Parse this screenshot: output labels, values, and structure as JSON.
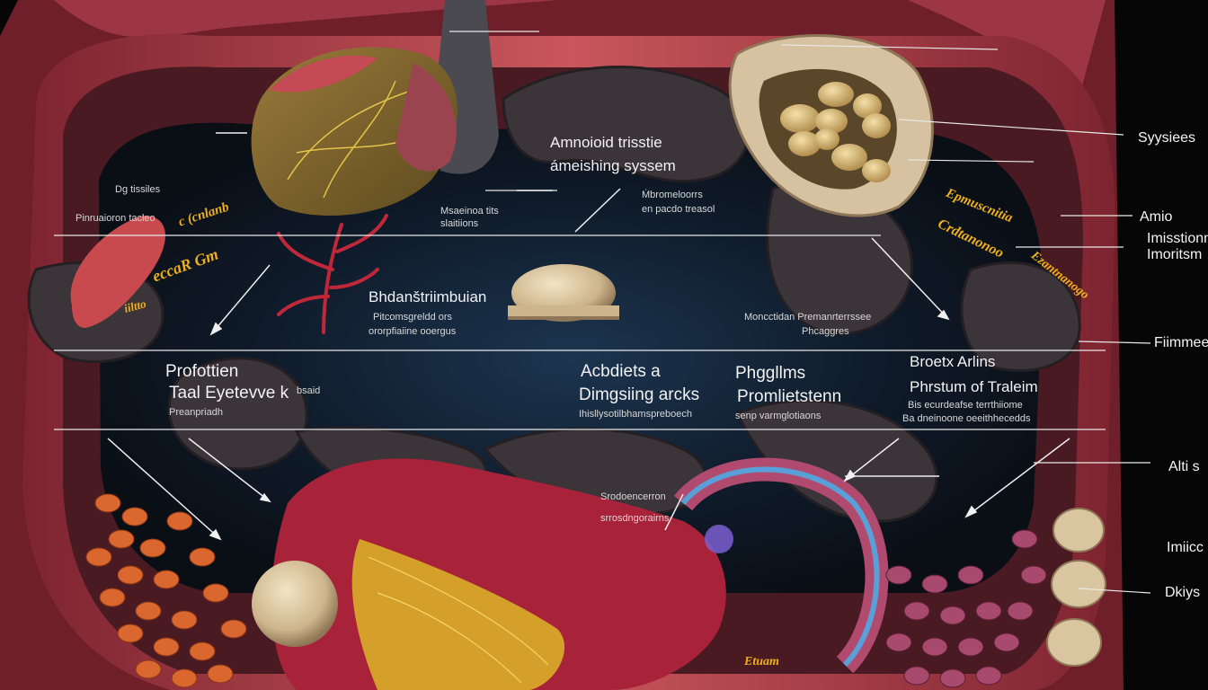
{
  "labels": {
    "center_title_1": "Amnoioid trisstie",
    "center_title_2": "ámeishing syssem",
    "center_sub_1": "Ṁbromeloorrs",
    "center_sub_2": "en pacdo treasol",
    "left_top_sub_1": "Msaeinoa tits",
    "left_top_sub_2": "slaitiions",
    "left_mid_title": "Bhdanštriimbuian",
    "left_mid_sub_1": "Pitcomsgreldd ors",
    "left_mid_sub_2": "ororpfiaiine ooergus",
    "center_mid_title_1": "Acbdiets a",
    "center_mid_title_2": "Dimgsiing arcks",
    "center_mid_sub": "Ihisllysotilbhamspreboech",
    "right_mid_title_1": "Phggllms",
    "right_mid_title_2": "Promlietstenn",
    "right_mid_sub": "senp varmglotiaons",
    "right_upper_sub_1": "Moncctidan Premanrterrssee",
    "right_upper_sub_2": "Phcaggres",
    "left_lower_title_1": "Profottien",
    "left_lower_title_2": "Taal Eyetevve k",
    "left_lower_title_2b": "bsaid",
    "left_lower_sub": "Preanpriadh",
    "right_lower_title_1": "Broetx Arlins",
    "right_lower_title_2": "Phrstum of Traleim",
    "right_lower_sub_1": "Bis ecurdeafse terrthiiome",
    "right_lower_sub_2": "Ba dneinoone oeeithhecedds",
    "bottom_center_1": "Srodoencerron",
    "bottom_center_2": "srrosdngorairns",
    "left_small_1": "Dg tissiles",
    "left_small_2": "Pinruaioron tacleo",
    "left_orange_1": "c (cnlanb",
    "left_orange_2": "eccaR Gm",
    "left_orange_3": "iiltto",
    "right_orange_1": "Epmuscnitia",
    "right_orange_2": "Crdtanonoo",
    "right_orange_3": "Ezantnanogo",
    "bottom_orange": "Etuam",
    "edge_1": "Syysiees",
    "edge_2": "Amio",
    "edge_3a": "Imisstionn",
    "edge_3b": "Imoritsm",
    "edge_4": "Fiimmee",
    "edge_5": "Alti s",
    "edge_6": "Imiicc",
    "edge_7": "Dkiys"
  },
  "colors": {
    "background": "#050505",
    "tissue_red": "#b8424a",
    "muscle_pink": "#d77b7f",
    "cavity": "#13202f",
    "organ_dark": "#3b3438",
    "fat_orange": "#d9672e",
    "ball_beige": "#d9c6a0",
    "annotation_orange": "#f0b01c",
    "text": "#f2f2f2"
  }
}
